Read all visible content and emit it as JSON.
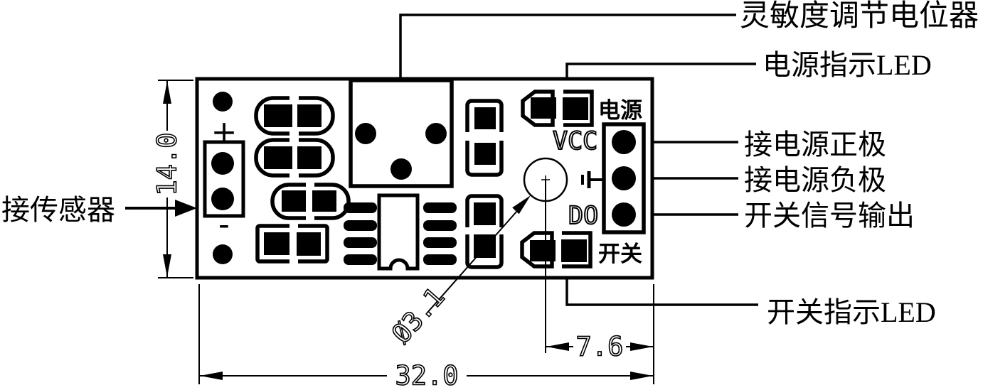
{
  "page": {
    "background": "#ffffff",
    "line_color": "#000000"
  },
  "callouts": {
    "sensitivity_pot": "灵敏度调节电位器",
    "power_led": "电源指示LED",
    "power_positive": "接电源正极",
    "power_negative": "接电源负极",
    "switch_signal": "开关信号输出",
    "switch_led": "开关指示LED",
    "sensor": "接传感器"
  },
  "board_labels": {
    "power": "电源",
    "vcc": "VCC",
    "do": "DO",
    "switch": "开关",
    "plus": "+",
    "minus": "-"
  },
  "dimensions": {
    "board_height_mm": "14.0",
    "board_width_mm": "32.0",
    "hole_to_edge_mm": "7.6",
    "hole_diameter_mm": "Ø3.1"
  }
}
